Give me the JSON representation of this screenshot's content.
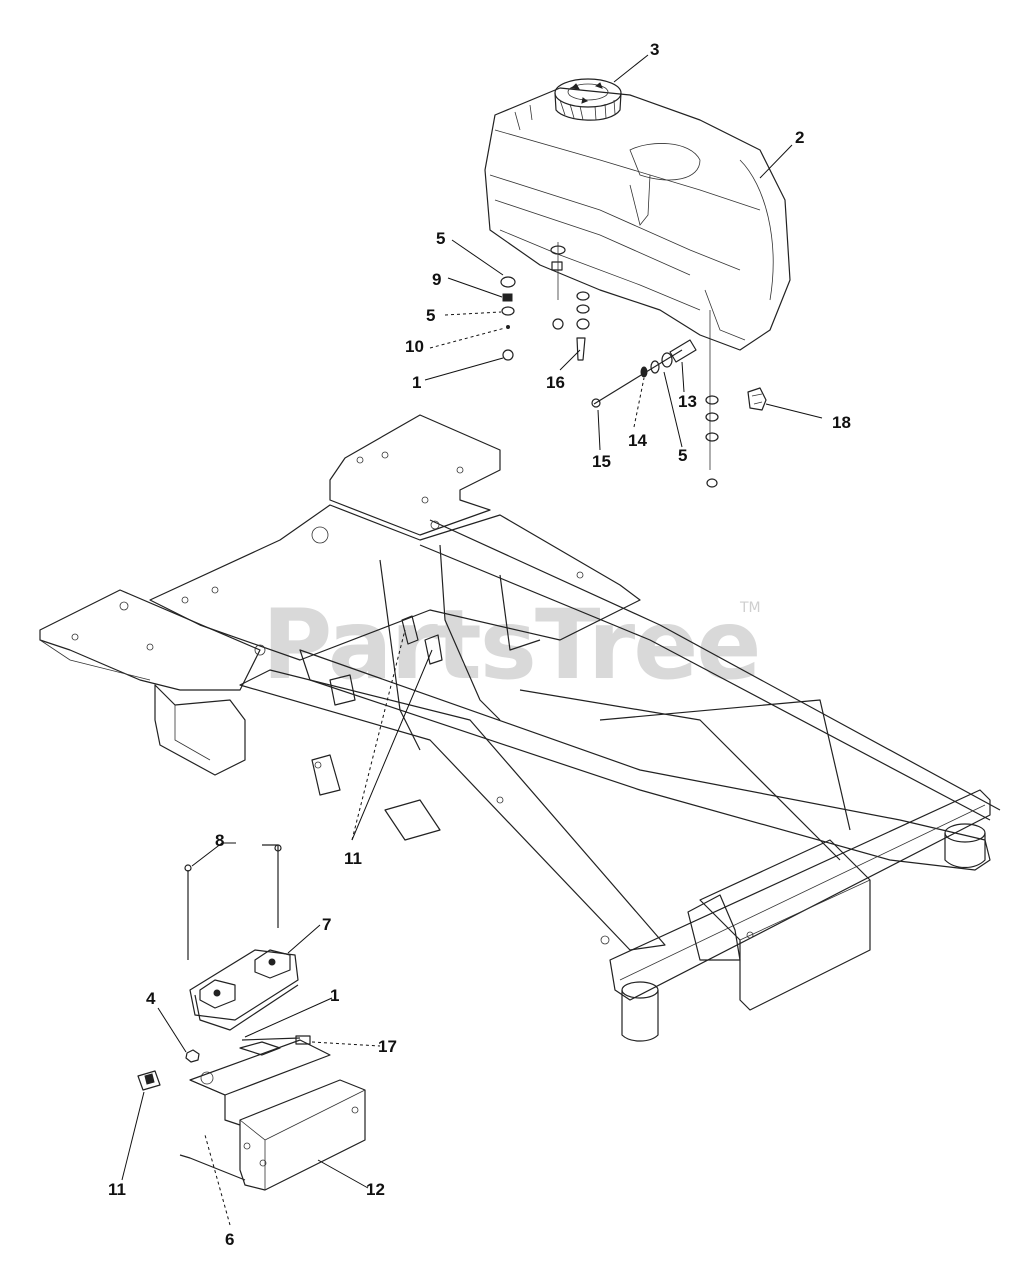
{
  "watermark": {
    "text": "PartsTree",
    "trademark": "TM"
  },
  "callouts": [
    {
      "id": "c3",
      "label": "3"
    },
    {
      "id": "c2",
      "label": "2"
    },
    {
      "id": "c5a",
      "label": "5"
    },
    {
      "id": "c9",
      "label": "9"
    },
    {
      "id": "c5b",
      "label": "5"
    },
    {
      "id": "c10",
      "label": "10"
    },
    {
      "id": "c1a",
      "label": "1"
    },
    {
      "id": "c16",
      "label": "16"
    },
    {
      "id": "c13",
      "label": "13"
    },
    {
      "id": "c18",
      "label": "18"
    },
    {
      "id": "c14",
      "label": "14"
    },
    {
      "id": "c5c",
      "label": "5"
    },
    {
      "id": "c15",
      "label": "15"
    },
    {
      "id": "c11a",
      "label": "11"
    },
    {
      "id": "c8",
      "label": "8"
    },
    {
      "id": "c7",
      "label": "7"
    },
    {
      "id": "c4",
      "label": "4"
    },
    {
      "id": "c1b",
      "label": "1"
    },
    {
      "id": "c17",
      "label": "17"
    },
    {
      "id": "c11b",
      "label": "11"
    },
    {
      "id": "c12",
      "label": "12"
    },
    {
      "id": "c6",
      "label": "6"
    }
  ]
}
